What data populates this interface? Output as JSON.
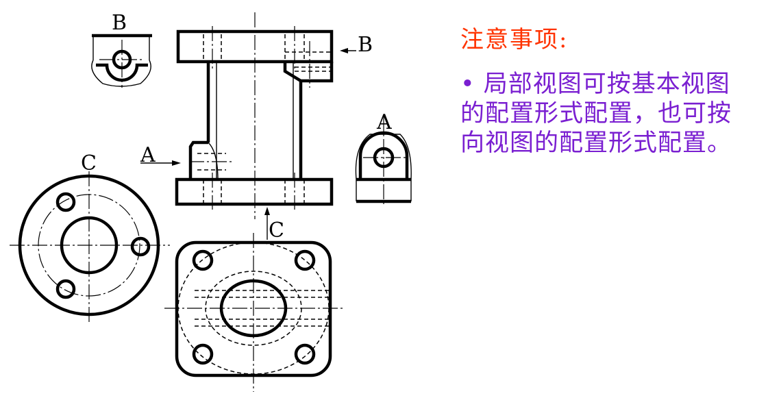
{
  "notes": {
    "title": "注意事项:",
    "bullet": "•",
    "body": "局部视图可按基本视图的配置形式配置，也可按向视图的配置形式配置。"
  },
  "labels": {
    "view_b": "B",
    "view_b_arrow": "B",
    "view_a": "A",
    "view_a_arrow": "A",
    "view_c": "C",
    "view_c_arrow": "C"
  },
  "colors": {
    "title": "#ff3300",
    "body": "#7a1fd1",
    "lines": "#000000"
  }
}
